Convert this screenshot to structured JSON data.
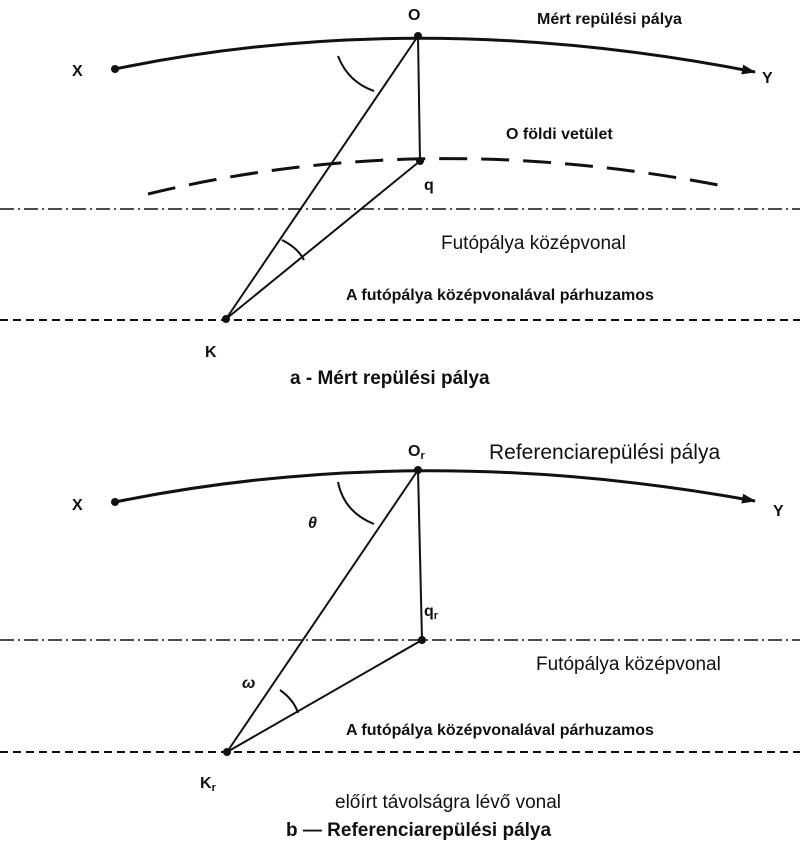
{
  "panel_a": {
    "point_o": "O",
    "point_x": "X",
    "point_y": "Y",
    "point_q": "q",
    "point_k": "K",
    "flight_path_label": "Mért repülési pálya",
    "ground_projection_label": "O földi vetület",
    "runway_centerline_label": "Futópálya középvonal",
    "parallel_line_label": "A futópálya középvonalával párhuzamos",
    "caption": "a - Mért repülési pálya"
  },
  "panel_b": {
    "point_o": "O",
    "point_o_sub": "r",
    "point_x": "X",
    "point_y": "Y",
    "point_q": "q",
    "point_q_sub": "r",
    "point_k": "K",
    "point_k_sub": "r",
    "angle_theta": "θ",
    "angle_omega": "ω",
    "flight_path_label": "Referenciarepülési pálya",
    "runway_centerline_label": "Futópálya középvonal",
    "parallel_line_label": "A futópálya középvonalával párhuzamos",
    "distance_line_label": "előírt távolságra lévő vonal",
    "caption": "b — Referenciarepülési pálya"
  },
  "colors": {
    "line": "#111111",
    "background": "#ffffff"
  }
}
